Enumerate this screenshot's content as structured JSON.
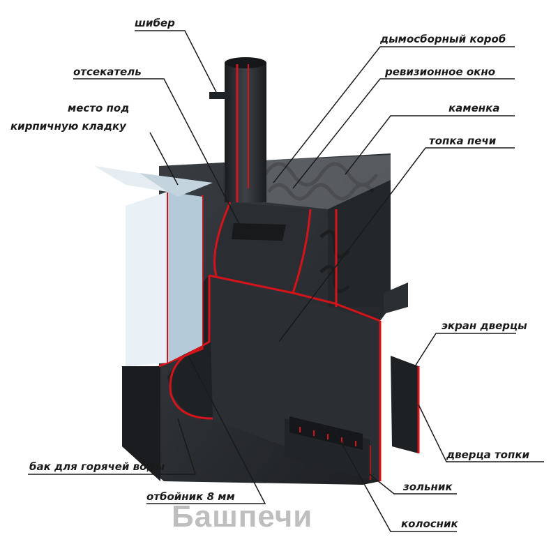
{
  "labels": {
    "shiber": "шибер",
    "dymosborny_korob": "дымосборный короб",
    "otsekatel": "отсекатель",
    "revizionnoe_okno": "ревизионное окно",
    "mesto_pod": "место под",
    "kirpichnuyu_kladku": "кирпичную кладку",
    "kamenka": "каменка",
    "topka_pechi": "топка печи",
    "ekran_dvertsy": "экран дверцы",
    "bak": "бак для горячей воды",
    "dvertsa_topki": "дверца топки",
    "zolnik": "зольник",
    "otboynik": "отбойник 8 мм",
    "kolosnik": "колосник"
  },
  "logo": {
    "text": "Башпечи"
  },
  "colors": {
    "steel": "#26292c",
    "accent": "#d4141a",
    "tank": "#dde7ee"
  }
}
